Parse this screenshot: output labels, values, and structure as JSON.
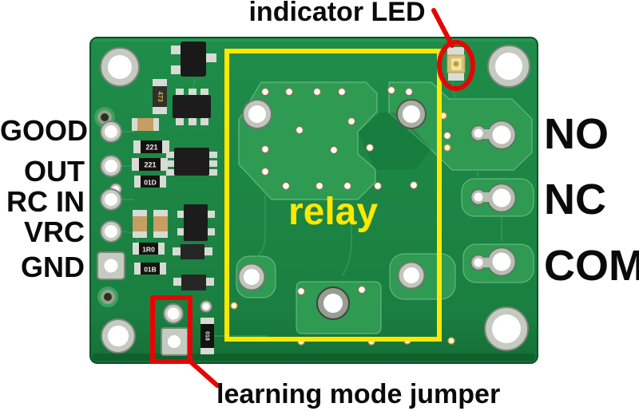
{
  "figure": {
    "type": "annotated product photo",
    "subject": "relay PCB module with callout annotations"
  },
  "annotations": {
    "indicator_led_label": "indicator LED",
    "relay_label": "relay",
    "learning_jumper_label": "learning mode jumper"
  },
  "pins": {
    "left": [
      "GOOD",
      "OUT",
      "RC IN",
      "VRC",
      "GND"
    ],
    "right": [
      "NO",
      "NC",
      "COM"
    ]
  },
  "board": {
    "markings": {
      "r1": "473",
      "r2": "221",
      "r3": "221",
      "r4": "01D",
      "r5": "1R0",
      "r6": "01B",
      "r7": "018"
    },
    "colors": {
      "pcb_green": "#1c8645",
      "copper_pour_green": "#2e9a52",
      "annotation_yellow": "#ffe800",
      "annotation_red": "#e60505",
      "silver_pad": "#c2c7be",
      "label_black": "#0a0a0a"
    }
  }
}
